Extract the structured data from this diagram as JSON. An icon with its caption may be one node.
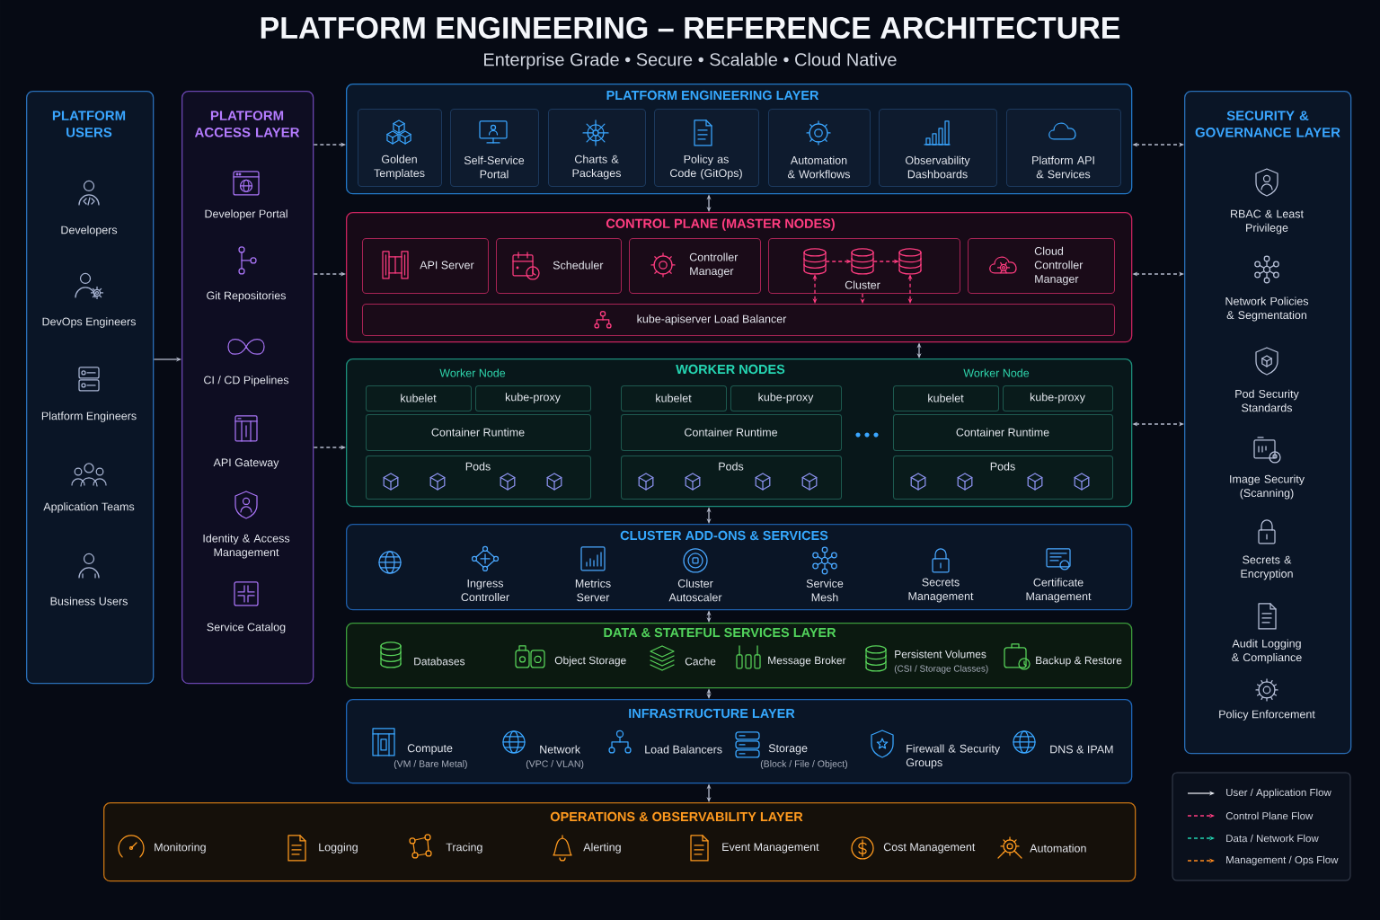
{
  "diagram": {
    "title": "PLATFORM ENGINEERING – REFERENCE ARCHITECTURE",
    "nodes": [
      {
        "text": [
          "PLATFORM USERS"
        ]
      },
      {
        "text": [
          "PLATFORM ACCESS LAYER"
        ]
      },
      {
        "text": [
          "PLATFORM ENGINEERING LAYER"
        ]
      },
      {
        "text": [
          "Golden Templates"
        ],
        "in": 2
      },
      {
        "text": [
          "Self-Service Portal"
        ],
        "in": 2
      },
      {
        "text": [
          "Charts & Packages"
        ],
        "in": 2
      },
      {
        "text": [
          "Policy as Code (GitOps)"
        ],
        "in": 2
      },
      {
        "text": [
          "Automation & Workflows"
        ],
        "in": 2
      },
      {
        "text": [
          "Observability Dashboards"
        ],
        "in": 2
      },
      {
        "text": [
          "Platform API & Services"
        ],
        "in": 2
      },
      {
        "text": [
          "CONTROL PLANE (MASTER NODES)"
        ]
      },
      {
        "text": [
          "API Server"
        ],
        "in": 10
      },
      {
        "text": [
          "Scheduler"
        ],
        "in": 10
      },
      {
        "text": [
          "Controller Manager"
        ],
        "in": 10
      },
      {
        "text": [
          "Cluster"
        ],
        "in": 10
      },
      {
        "text": [],
        "shape": "cylinder",
        "in": 14
      },
      {
        "text": [],
        "shape": "cylinder",
        "in": 14
      },
      {
        "text": [],
        "shape": "cylinder",
        "in": 14
      },
      {
        "text": [
          "Cloud Controller Manager"
        ],
        "in": 10
      },
      {
        "text": [
          "kube-apiserver Load Balancer"
        ],
        "in": 10
      },
      {
        "text": [
          "WORKER NODES"
        ]
      },
      {
        "text": [
          "kubelet"
        ],
        "in": 20
      },
      {
        "text": [
          "kube-proxy"
        ],
        "in": 20
      },
      {
        "text": [
          "Container Runtime"
        ],
        "in": 20
      },
      {
        "text": [
          "Pods"
        ],
        "in": 20
      },
      {
        "text": [
          "kubelet"
        ],
        "in": 20
      },
      {
        "text": [
          "kube-proxy"
        ],
        "in": 20
      },
      {
        "text": [
          "Container Runtime"
        ],
        "in": 20
      },
      {
        "text": [
          "Pods"
        ],
        "in": 20
      },
      {
        "text": [
          "kubelet"
        ],
        "in": 20
      },
      {
        "text": [
          "kube-proxy"
        ],
        "in": 20
      },
      {
        "text": [
          "Container Runtime"
        ],
        "in": 20
      },
      {
        "text": [
          "Pods"
        ],
        "in": 20
      },
      {
        "text": [
          "CLUSTER ADD-ONS & SERVICES"
        ]
      },
      {
        "text": [
          "DATA & STATEFUL SERVICES LAYER"
        ]
      },
      {
        "text": [
          "INFRASTRUCTURE LAYER"
        ]
      },
      {
        "text": [
          "OPERATIONS & OBSERVABILITY LAYER"
        ]
      },
      {
        "text": [
          "SECURITY & GOVERNANCE LAYER"
        ]
      }
    ],
    "edges": [
      {
        "from": 0,
        "to": 1,
        "arrow": "to"
      },
      {
        "from": 1,
        "to": 2,
        "arrow": "to",
        "style": "dashed"
      },
      {
        "from": 1,
        "to": 10,
        "arrow": "to",
        "style": "dashed"
      },
      {
        "from": 1,
        "to": 20,
        "arrow": "to",
        "style": "dashed"
      },
      {
        "from": 2,
        "to": 10,
        "arrow": "both"
      },
      {
        "from": 10,
        "to": 20,
        "arrow": "both"
      },
      {
        "from": 20,
        "to": 33,
        "arrow": "both"
      },
      {
        "from": 33,
        "to": 34,
        "arrow": "both"
      },
      {
        "from": 34,
        "to": 35,
        "arrow": "both"
      },
      {
        "from": 35,
        "to": 36,
        "arrow": "both"
      },
      {
        "from": 2,
        "to": 37,
        "arrow": "both",
        "style": "dashed"
      },
      {
        "from": 10,
        "to": 37,
        "arrow": "both",
        "style": "dashed"
      },
      {
        "from": 20,
        "to": 37,
        "arrow": "both",
        "style": "dashed"
      },
      {
        "from": 15,
        "to": 16,
        "arrow": "to",
        "style": "dashed",
        "color": "#ff3d80"
      },
      {
        "from": 16,
        "to": 17,
        "arrow": "to",
        "style": "dashed",
        "color": "#ff3d80"
      },
      {
        "from": 15,
        "to": 19,
        "arrow": "both",
        "style": "dashed",
        "color": "#ff3d80"
      },
      {
        "from": 14,
        "to": 19,
        "arrow": "to",
        "style": "dashed",
        "color": "#ff3d80"
      },
      {
        "from": 17,
        "to": 19,
        "arrow": "both",
        "style": "dashed",
        "color": "#ff3d80"
      }
    ],
    "labels": [
      "Enterprise Grade • Secure • Scalable • Cloud Native",
      "Developers",
      "DevOps Engineers",
      "Platform Engineers",
      "Application Teams",
      "Business Users",
      "Developer Portal",
      "Git Repositories",
      "CI / CD Pipelines",
      "API Gateway",
      "Identity & Access Management",
      "Service Catalog",
      "Worker Node",
      "Worker Node",
      "Ingress Controller",
      "Metrics Server",
      "Cluster Autoscaler",
      "Service Mesh",
      "Secrets Management",
      "Certificate Management",
      "Databases",
      "Object Storage",
      "Cache",
      "Message Broker",
      "Persistent Volumes",
      "(CSI / Storage Classes)",
      "Backup & Restore",
      "Compute",
      "(VM / Bare Metal)",
      "Network",
      "(VPC / VLAN)",
      "Load Balancers",
      "Storage",
      "(Block / File / Object)",
      "Firewall & Security Groups",
      "DNS & IPAM",
      "Monitoring",
      "Logging",
      "Tracing",
      "Alerting",
      "Event Management",
      "Cost Management",
      "Automation",
      "RBAC & Least Privilege",
      "Network Policies & Segmentation",
      "Pod Security Standards",
      "Image Security (Scanning)",
      "Secrets & Encryption",
      "Audit Logging & Compliance",
      "Policy Enforcement"
    ],
    "legend": [
      {
        "text": "User / Application Flow"
      },
      {
        "text": "Control Plane Flow"
      },
      {
        "text": "Data / Network Flow"
      },
      {
        "text": "Management / Ops Flow"
      }
    ]
  }
}
